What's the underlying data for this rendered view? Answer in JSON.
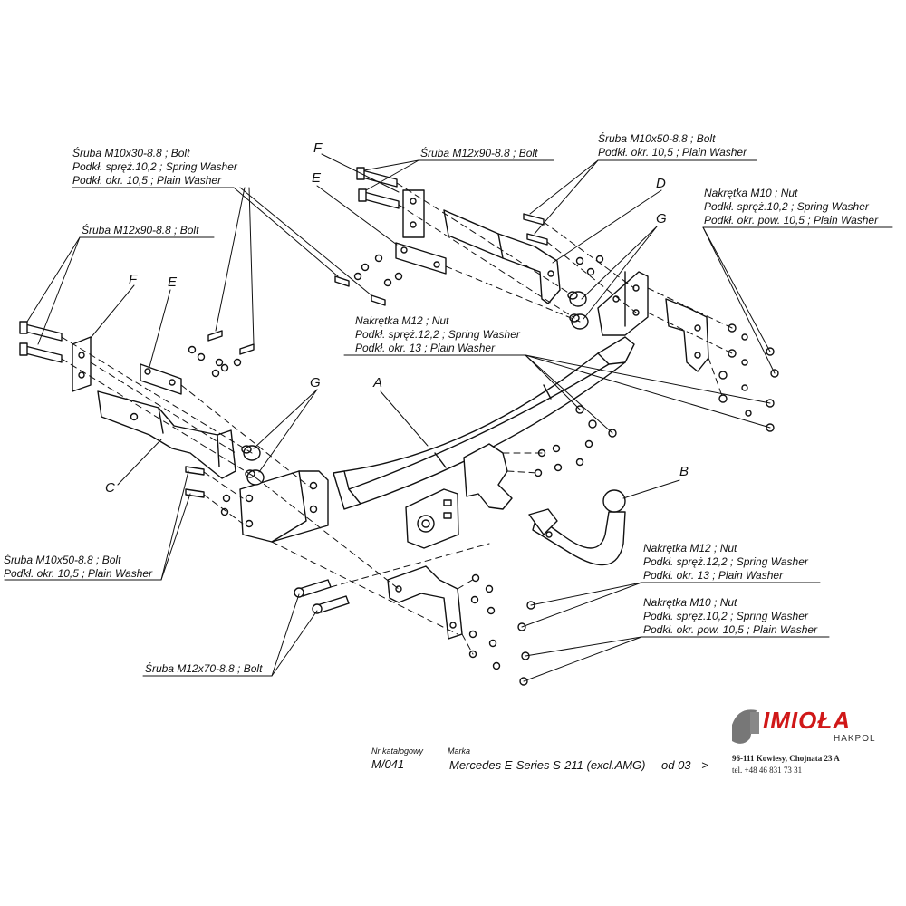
{
  "labels": {
    "top_left_block": [
      "Śruba M10x30-8.8 ;  Bolt",
      "Podkł. spręż.10,2 ; Spring Washer",
      "Podkł. okr. 10,5 ; Plain Washer"
    ],
    "left_bolt": "Śruba M12x90-8.8 ;  Bolt",
    "top_center_bolt": "Śruba M12x90-8.8 ;  Bolt",
    "top_right_block": [
      "Śruba M10x50-8.8 ;  Bolt",
      "Podkł. okr. 10,5 ; Plain Washer"
    ],
    "right_nut_block": [
      "Nakrętka  M10 ; Nut",
      "Podkł. spręż.10,2 ; Spring Washer",
      "Podkł. okr. pow. 10,5 ; Plain Washer"
    ],
    "center_nut_block": [
      "Nakrętka  M12 ; Nut",
      "Podkł. spręż.12,2 ; Spring Washer",
      "Podkł. okr. 13 ; Plain Washer"
    ],
    "bottom_left_block": [
      "Śruba M10x50-8.8 ;  Bolt",
      "Podkł. okr. 10,5 ; Plain Washer"
    ],
    "bottom_right_m12": [
      "Nakrętka  M12 ; Nut",
      "Podkł. spręż.12,2 ; Spring Washer",
      "Podkł. okr. 13 ; Plain Washer"
    ],
    "bottom_right_m10": [
      "Nakrętka  M10 ; Nut",
      "Podkł. spręż.10,2 ; Spring Washer",
      "Podkł. okr. pow. 10,5 ; Plain Washer"
    ],
    "bottom_bolt": "Śruba M12x70-8.8 ;  Bolt"
  },
  "part_letters": {
    "A": "A",
    "B": "B",
    "C": "C",
    "D": "D",
    "E_top": "E",
    "E_left": "E",
    "F_top": "F",
    "F_left": "F",
    "G_top": "G",
    "G_left": "G"
  },
  "footer": {
    "catalog_label": "Nr katalogowy",
    "catalog_number": "M/041",
    "make_label": "Marka",
    "make_value": "Mercedes E-Series S-211 (excl.AMG)",
    "years": "od 03 - >"
  },
  "brand": {
    "name": "IMIOŁA",
    "sub": "HAKPOL",
    "address": "96-111 Kowiesy, Chojnata 23 A",
    "phone": "tel. +48 46 831 73 31",
    "color": "#d01818"
  }
}
